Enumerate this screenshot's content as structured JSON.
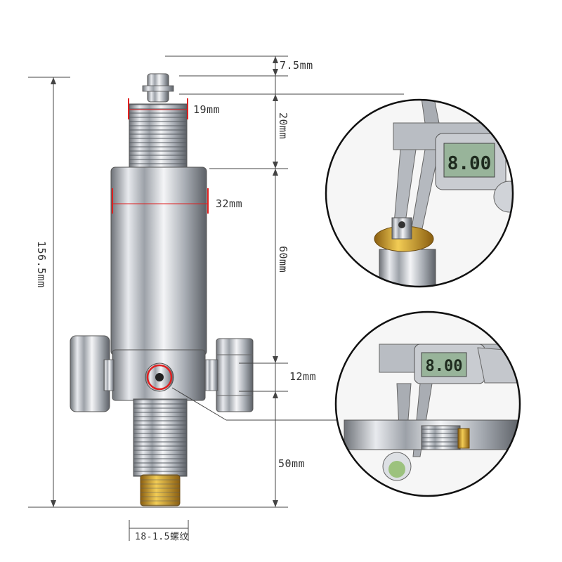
{
  "dimensions": {
    "top_pin": "7.5mm",
    "thread_diameter": "19mm",
    "top_thread_length": "20mm",
    "body_diameter": "32mm",
    "body_length": "60mm",
    "knob_width": "12mm",
    "bottom_thread_length": "50mm",
    "total_length": "156.5mm",
    "bottom_thread_spec": "18-1.5螺纹"
  },
  "calipers": {
    "top_readout": "8.00",
    "bottom_readout": "8.00"
  },
  "colors": {
    "dimension_line": "#444444",
    "red_marker": "#e02020",
    "brass": "#d4a020",
    "steel": "#b8bcc2"
  }
}
